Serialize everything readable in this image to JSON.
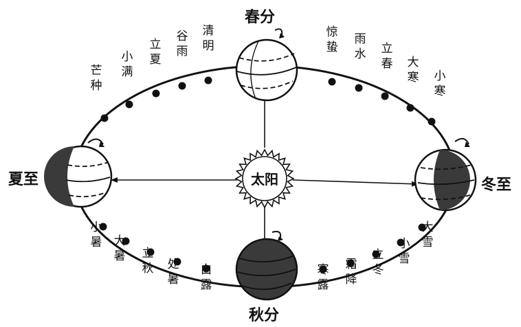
{
  "title": "",
  "center": {
    "label": "太阳"
  },
  "equinox_solstice": {
    "spring": "春分",
    "summer": "夏至",
    "autumn": "秋分",
    "winter": "冬至"
  },
  "terms": {
    "qingming": "清明",
    "guyu": "谷雨",
    "lixia": "立夏",
    "xiaoman": "小满",
    "mangzhong": "芒种",
    "jingzhe": "惊蛰",
    "yushui": "雨水",
    "lichun": "立春",
    "dahan": "大寒",
    "xiaohan": "小寒",
    "xiaoshu": "小暑",
    "dashu": "大暑",
    "liqiu": "立秋",
    "chushu": "处暑",
    "bailu": "白露",
    "hanlu": "寒露",
    "shuangjiang": "霜降",
    "lidong": "立冬",
    "xiaoxue": "小雪",
    "daxue": "大雪"
  },
  "colors": {
    "ink": "#111111",
    "shadow": "#3a3a3a",
    "paper": "#ffffff"
  }
}
